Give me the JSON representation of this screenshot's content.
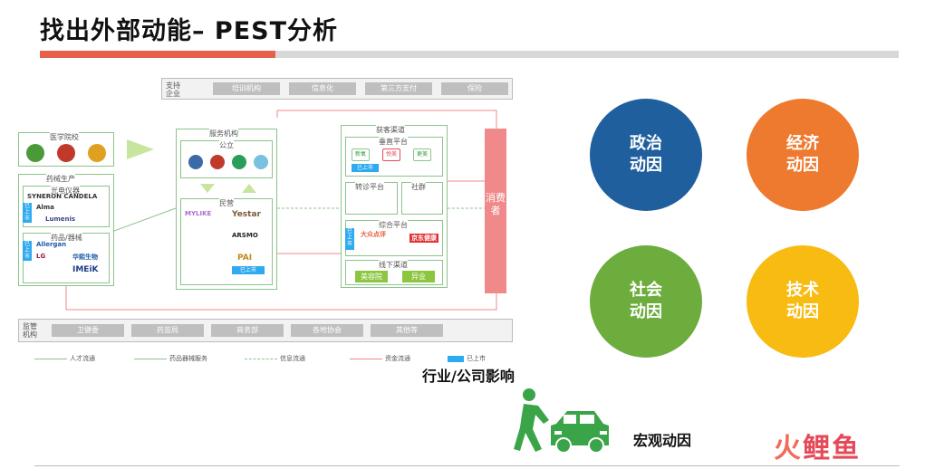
{
  "title": "找出外部动能– PEST分析",
  "diagram": {
    "support": {
      "label": "支持企业",
      "items": [
        "培训机构",
        "信息化",
        "第三方支付",
        "保险"
      ]
    },
    "medical_school": {
      "label": "医学院校"
    },
    "device_production": {
      "label": "药械生产",
      "optical": {
        "label": "光电仪器",
        "logos": [
          "SYNERON CANDELA",
          "Alma",
          "Lumenis"
        ],
        "listed_tag": "已上市"
      },
      "drugs": {
        "label": "药品/器械",
        "logos": [
          "Allergan",
          "LG",
          "华熙生物",
          "IMEiK"
        ],
        "listed_tag": "已上市"
      }
    },
    "service": {
      "label": "服务机构",
      "public": {
        "label": "公立"
      },
      "private": {
        "label": "民营",
        "logos": [
          "MYLIKE",
          "Yestar",
          "ARSMO",
          "PAI"
        ],
        "listed_tag": "已上市"
      }
    },
    "channels": {
      "label": "获客渠道",
      "vertical": {
        "label": "垂直平台",
        "tiles": [
          "新氧",
          "悦美",
          "更美"
        ],
        "listed_tag": "已上市"
      },
      "referral": {
        "label": "转诊平台"
      },
      "community": {
        "label": "社群"
      },
      "integrated": {
        "label": "综合平台",
        "logos": [
          "大众点评",
          "京东健康"
        ],
        "listed_tag": "已上市"
      },
      "offline": {
        "label": "线下渠道",
        "items": [
          "美容院",
          "异业"
        ]
      }
    },
    "consumer": "消费者",
    "regulator": {
      "label": "监管机构",
      "items": [
        "卫健委",
        "药监局",
        "商务部",
        "各地协会",
        "其他等"
      ]
    },
    "legend": [
      "人才流通",
      "药品器械服务",
      "信息流通",
      "资金流通",
      "已上市"
    ]
  },
  "factors": [
    "政治\n动因",
    "经济\n动因",
    "社会\n动因",
    "技术\n动因"
  ],
  "impact_label": "行业/公司影响",
  "macro_label": "宏观动因",
  "brand": {
    "part1": "火",
    "part2": "鲤鱼"
  },
  "colors": {
    "political": "#1f5f9e",
    "economic": "#ee7a2f",
    "social": "#6cad3e",
    "tech": "#f7bb12",
    "accent_red": "#e8604c",
    "hero_green": "#3aa548"
  }
}
